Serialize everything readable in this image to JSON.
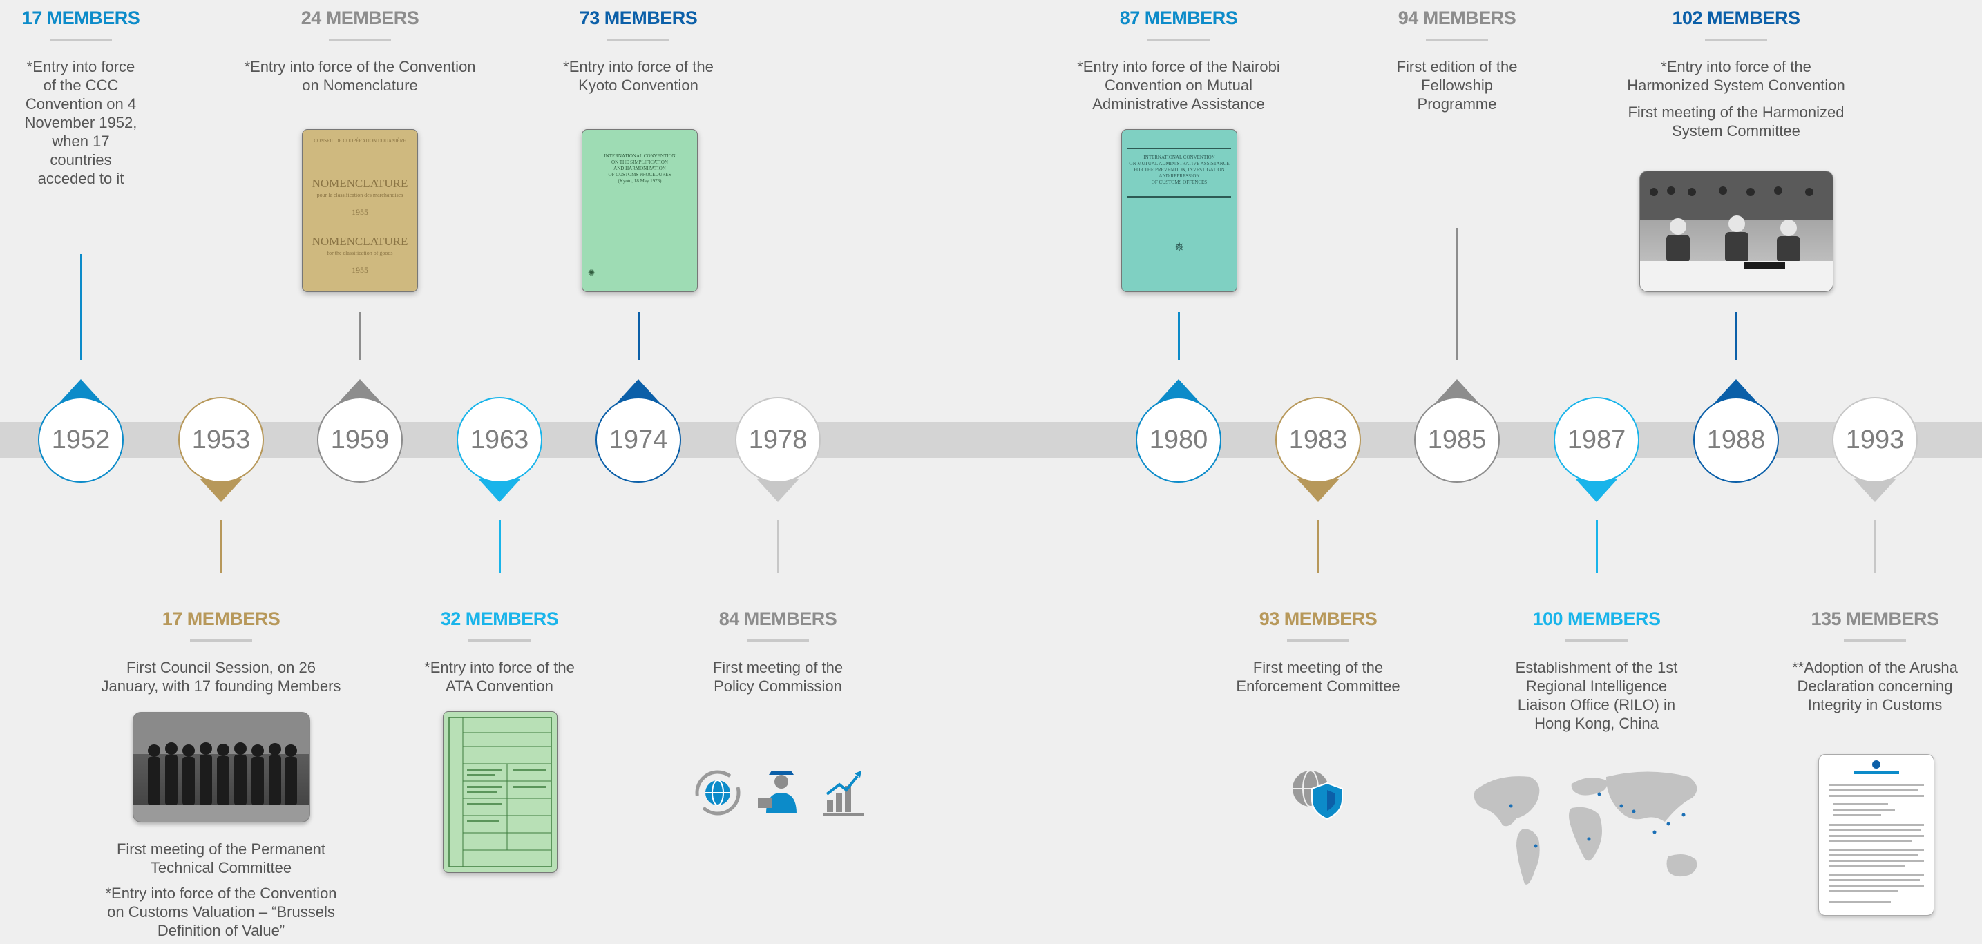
{
  "timeline": {
    "colors": {
      "blue": "#0c8bc9",
      "darkblue": "#0b5fa8",
      "gold": "#b7985a",
      "gray": "#8d8d8d",
      "light": "#c7c7c7",
      "cyan": "#19b4ea",
      "band": "#d4d4d4"
    },
    "events": [
      {
        "year": "1952",
        "members": "17 MEMBERS",
        "color": "#0c8bc9",
        "side": "top",
        "desc": [
          "*Entry into force of the CCC Convention on 4 November 1952, when 17 countries acceded to it"
        ]
      },
      {
        "year": "1953",
        "members": "17 MEMBERS",
        "color": "#b7985a",
        "side": "bottom",
        "desc": [
          "First Council Session, on 26 January, with 17 founding Members"
        ],
        "extra": [
          "First meeting of the Permanent Technical Committee",
          "*Entry into force of the Convention on Customs Valuation – “Brussels Definition of Value”"
        ]
      },
      {
        "year": "1959",
        "members": "24 MEMBERS",
        "color": "#8d8d8d",
        "side": "top",
        "desc": [
          "*Entry into force of the Convention on Nomenclature"
        ]
      },
      {
        "year": "1963",
        "members": "32 MEMBERS",
        "color": "#19b4ea",
        "side": "bottom",
        "desc": [
          "*Entry into force of the ATA Convention"
        ]
      },
      {
        "year": "1974",
        "members": "73 MEMBERS",
        "color": "#0b5fa8",
        "side": "top",
        "desc": [
          "*Entry into force of the Kyoto Convention"
        ]
      },
      {
        "year": "1978",
        "members": "84 MEMBERS",
        "color": "#c7c7c7",
        "side": "bottom",
        "desc": [
          "First meeting of the Policy Commission"
        ]
      },
      {
        "year": "1980",
        "members": "87 MEMBERS",
        "color": "#0c8bc9",
        "side": "top",
        "desc": [
          "*Entry into force of the Nairobi Convention on Mutual Administrative Assistance"
        ]
      },
      {
        "year": "1983",
        "members": "93 MEMBERS",
        "color": "#b7985a",
        "side": "bottom",
        "desc": [
          "First meeting of the Enforcement Committee"
        ]
      },
      {
        "year": "1985",
        "members": "94 MEMBERS",
        "color": "#8d8d8d",
        "side": "top",
        "desc": [
          "First edition of the Fellowship Programme"
        ]
      },
      {
        "year": "1987",
        "members": "100 MEMBERS",
        "color": "#19b4ea",
        "side": "bottom",
        "desc": [
          "Establishment of the 1st Regional Intelligence Liaison Office (RILO) in Hong Kong, China"
        ]
      },
      {
        "year": "1988",
        "members": "102 MEMBERS",
        "color": "#0b5fa8",
        "side": "top",
        "desc": [
          "*Entry into force of the Harmonized System Convention",
          "First meeting of the Harmonized System Committee"
        ]
      },
      {
        "year": "1993",
        "members": "135 MEMBERS",
        "color": "#c7c7c7",
        "side": "bottom",
        "desc": [
          "**Adoption of the Arusha Declaration concerning Integrity in Customs"
        ]
      }
    ],
    "book_1959": {
      "line1": "NOMENCLATURE",
      "line2": "1955",
      "line3": "NOMENCLATURE",
      "line4": "1955"
    }
  }
}
